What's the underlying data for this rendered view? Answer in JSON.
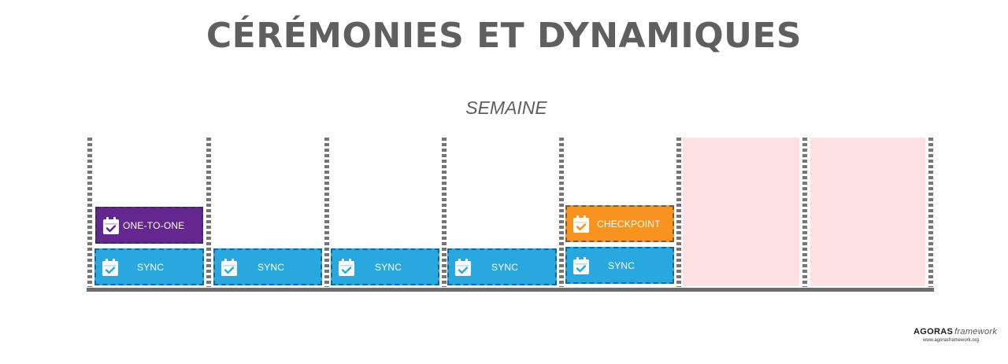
{
  "title": "CÉRÉMONIES ET DYNAMIQUES",
  "subtitle": "SEMAINE",
  "events": {
    "one_to_one": {
      "label": "ONE-TO-ONE",
      "icon": "calendar-check-icon"
    },
    "checkpoint": {
      "label": "CHECKPOINT",
      "icon": "calendar-check-icon"
    },
    "sync_1": {
      "label": "SYNC",
      "icon": "calendar-check-icon"
    },
    "sync_2": {
      "label": "SYNC",
      "icon": "calendar-check-icon"
    },
    "sync_3": {
      "label": "SYNC",
      "icon": "calendar-check-icon"
    },
    "sync_4": {
      "label": "SYNC",
      "icon": "calendar-check-icon"
    },
    "sync_5": {
      "label": "SYNC",
      "icon": "calendar-check-icon"
    }
  },
  "colors": {
    "sync": "#29a8e0",
    "one_to_one": "#64268f",
    "checkpoint": "#f7931e",
    "weekend": "#fde1e3",
    "title": "#5f5f5f"
  },
  "logo": {
    "brand": "AGORAS",
    "suffix": "framework",
    "url": "www.agorasframework.org"
  }
}
